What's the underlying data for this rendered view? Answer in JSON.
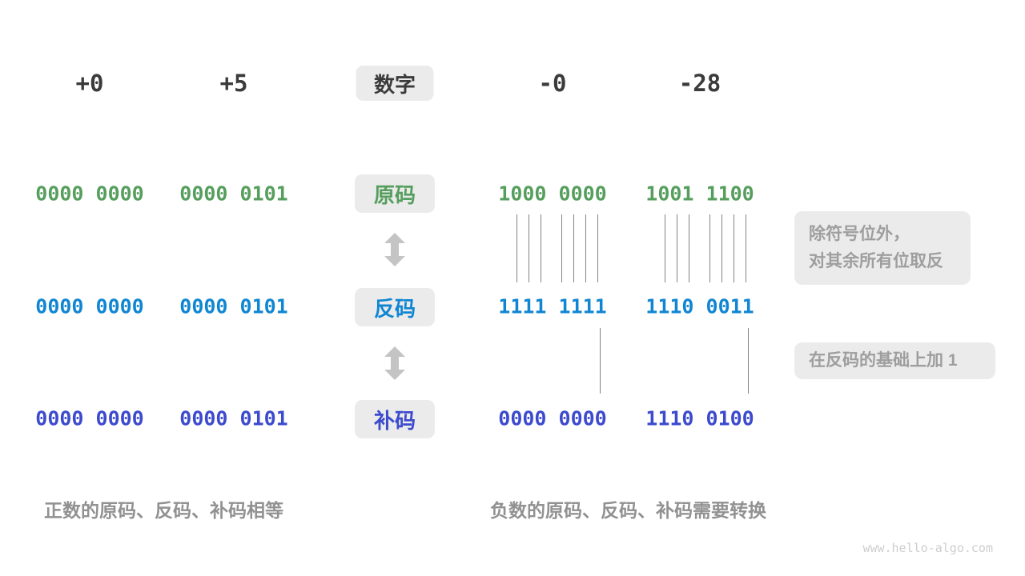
{
  "header": {
    "label": "数字",
    "columns": [
      "+0",
      "+5",
      "-0",
      "-28"
    ]
  },
  "rows": [
    {
      "label": "原码",
      "color_key": "green",
      "values": [
        "0000 0000",
        "0000 0101",
        "1000 0000",
        "1001 1100"
      ]
    },
    {
      "label": "反码",
      "color_key": "blue",
      "values": [
        "0000 0000",
        "0000 0101",
        "1111 1111",
        "1110 0011"
      ]
    },
    {
      "label": "补码",
      "color_key": "indigo",
      "values": [
        "0000 0000",
        "0000 0101",
        "0000 0000",
        "1110 0100"
      ]
    }
  ],
  "annotations": [
    {
      "lines": [
        "除符号位外，",
        "对其余所有位取反"
      ]
    },
    {
      "lines": [
        "在反码的基础上加 1"
      ]
    }
  ],
  "captions": {
    "positive": "正数的原码、反码、补码相等",
    "negative": "负数的原码、反码、补码需要转换"
  },
  "watermark": "www.hello-algo.com",
  "colors": {
    "green": "#569E5D",
    "blue": "#1086D2",
    "indigo": "#3C4ACD",
    "dark": "#3B3B3B",
    "gray_text": "#9E9E9E",
    "caption_gray": "#919191",
    "box_bg": "#EBEBEB",
    "arrow_gray": "#C4C4C4",
    "line_gray": "#828282",
    "watermark_gray": "#CECECE",
    "bg": "#FFFFFF"
  }
}
